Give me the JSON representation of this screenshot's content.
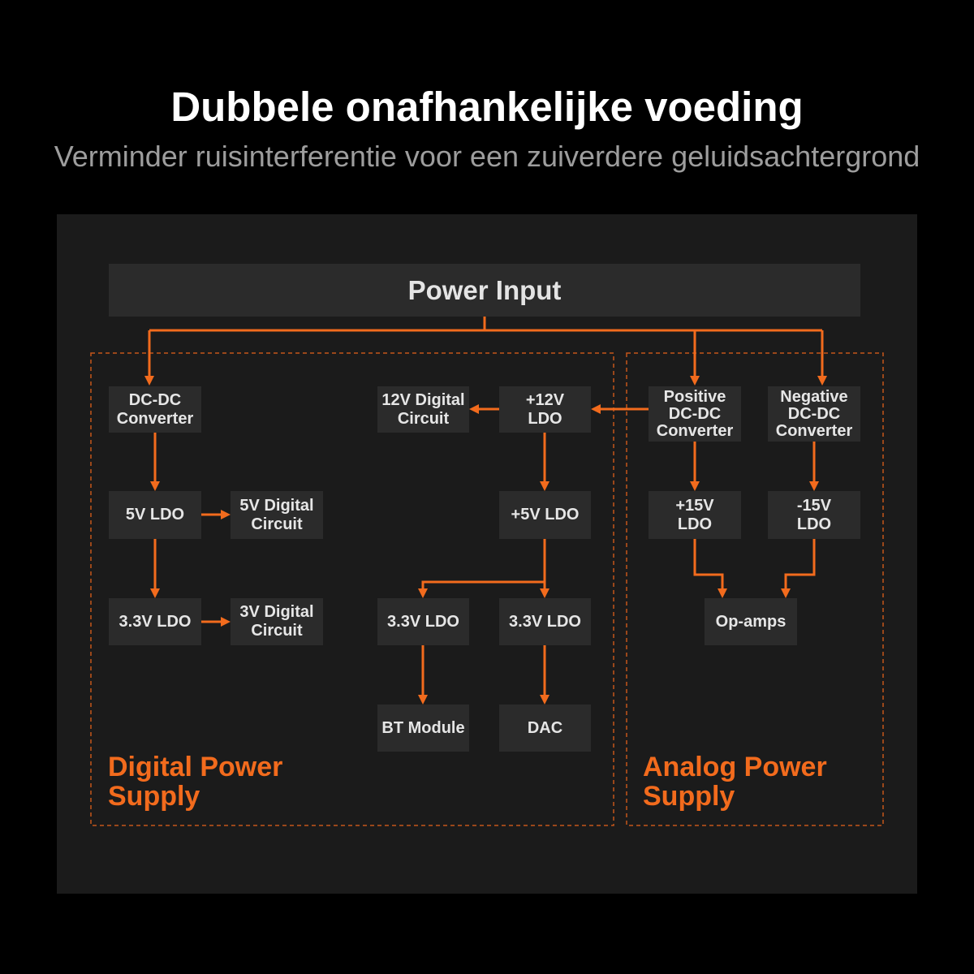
{
  "header": {
    "title": "Dubbele onafhankelijke voeding",
    "subtitle": "Verminder ruisinterferentie voor een zuiverdere geluidsachtergrond"
  },
  "diagram": {
    "power_input": "Power Input",
    "digital": {
      "section_label": "Digital Power\nSupply",
      "dcdc_converter": "DC-DC\nConverter",
      "ldo_5v": "5V LDO",
      "digital_circuit_5v": "5V Digital\nCircuit",
      "ldo_3v3": "3.3V LDO",
      "digital_circuit_3v": "3V Digital\nCircuit",
      "digital_circuit_12v": "12V Digital\nCircuit",
      "ldo_plus_12v": "+12V\nLDO",
      "ldo_plus_5v": "+5V LDO",
      "ldo_3v3_bt": "3.3V LDO",
      "ldo_3v3_dac": "3.3V LDO",
      "bt_module": "BT Module",
      "dac": "DAC"
    },
    "analog": {
      "section_label": "Analog Power\nSupply",
      "positive_dcdc_converter": "Positive\nDC-DC\nConverter",
      "negative_dcdc_converter": "Negative\nDC-DC\nConverter",
      "ldo_plus_15v": "+15V\nLDO",
      "ldo_minus_15v": "-15V\nLDO",
      "op_amps": "Op-amps"
    }
  },
  "colors": {
    "accent": "#f26b1d",
    "dashed_border": "#c4561a",
    "page_background": "#000000",
    "panel_background": "#1b1b1b",
    "box_background": "#2b2b2b",
    "box_text": "#e6e6e6",
    "title": "#ffffff",
    "subtitle": "#9d9d9d"
  }
}
